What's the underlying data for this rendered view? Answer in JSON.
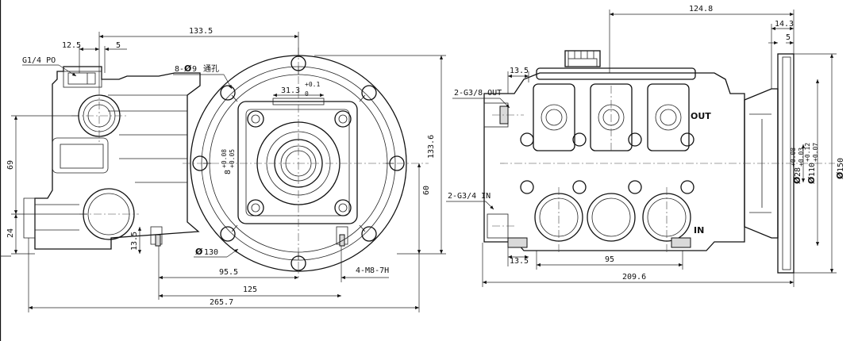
{
  "left_view": {
    "dims": {
      "top_width": "133.5",
      "port_offset": "12.5",
      "small_offset": "5",
      "port_label": "G1/4 PO",
      "holes_label_prefix": "8-",
      "holes_dia": "9",
      "holes_note": "通孔",
      "key_width": "31.3",
      "key_tol_upper": "+0.1",
      "key_tol_lower": "0",
      "key_depth": "8",
      "key_depth_tol_upper": "+0.08",
      "key_depth_tol_lower": "+0.05",
      "right_height": "133.6",
      "left_height": "69",
      "bottom_left": "24",
      "mid_height": "60",
      "small_height": "13.5",
      "circle_dia": "130",
      "dim_95_5": "95.5",
      "thread_label": "4-M8-7H",
      "dim_125": "125",
      "overall_length": "265.7"
    }
  },
  "right_view": {
    "dims": {
      "top_length": "124.8",
      "flange_width": "14.3",
      "flange_small": "5",
      "out_offset": "13.5",
      "out_label": "2-G3/8 OUT",
      "in_label": "2-G3/4 IN",
      "bottom_offset": "13.5",
      "inlet_spacing": "95",
      "overall_length": "209.6",
      "shaft_dia": "28",
      "shaft_tol_upper": "+0.08",
      "shaft_tol_lower": "+0.03",
      "pilot_dia": "110",
      "pilot_tol_upper": "+0.12",
      "pilot_tol_lower": "+0.07",
      "flange_dia": "150"
    },
    "stamp_out": "OUT",
    "stamp_in": "IN"
  }
}
